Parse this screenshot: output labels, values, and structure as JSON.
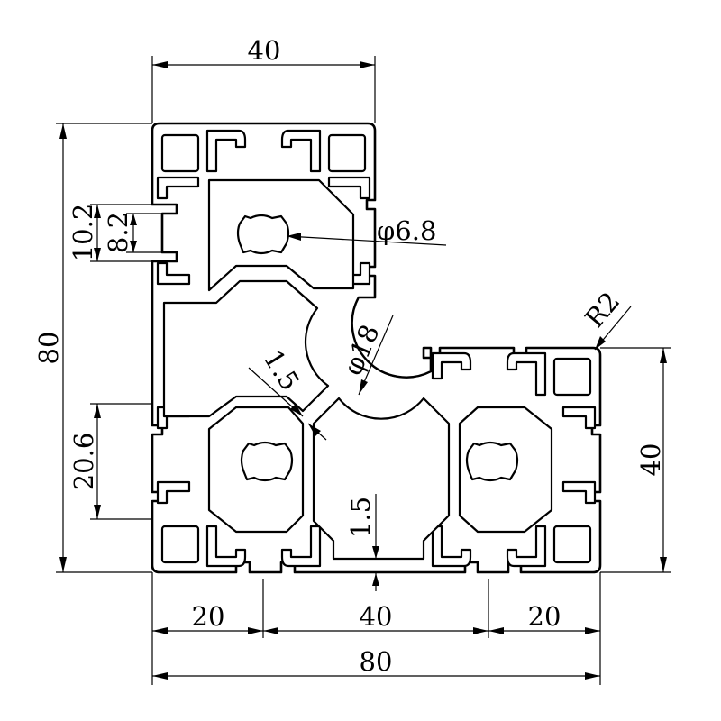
{
  "dimensions": {
    "top_width": "40",
    "left_height": "80",
    "slot_outer": "10.2",
    "slot_inner": "8.2",
    "center_hole": "φ6.8",
    "big_hole": "φ18",
    "radius": "R2",
    "wall_diag": "1.5",
    "wall_bottom": "1.5",
    "right_height": "40",
    "slot_pitch": "20.6",
    "bottom_left": "20",
    "bottom_mid": "40",
    "bottom_right": "20",
    "bottom_total": "80"
  }
}
